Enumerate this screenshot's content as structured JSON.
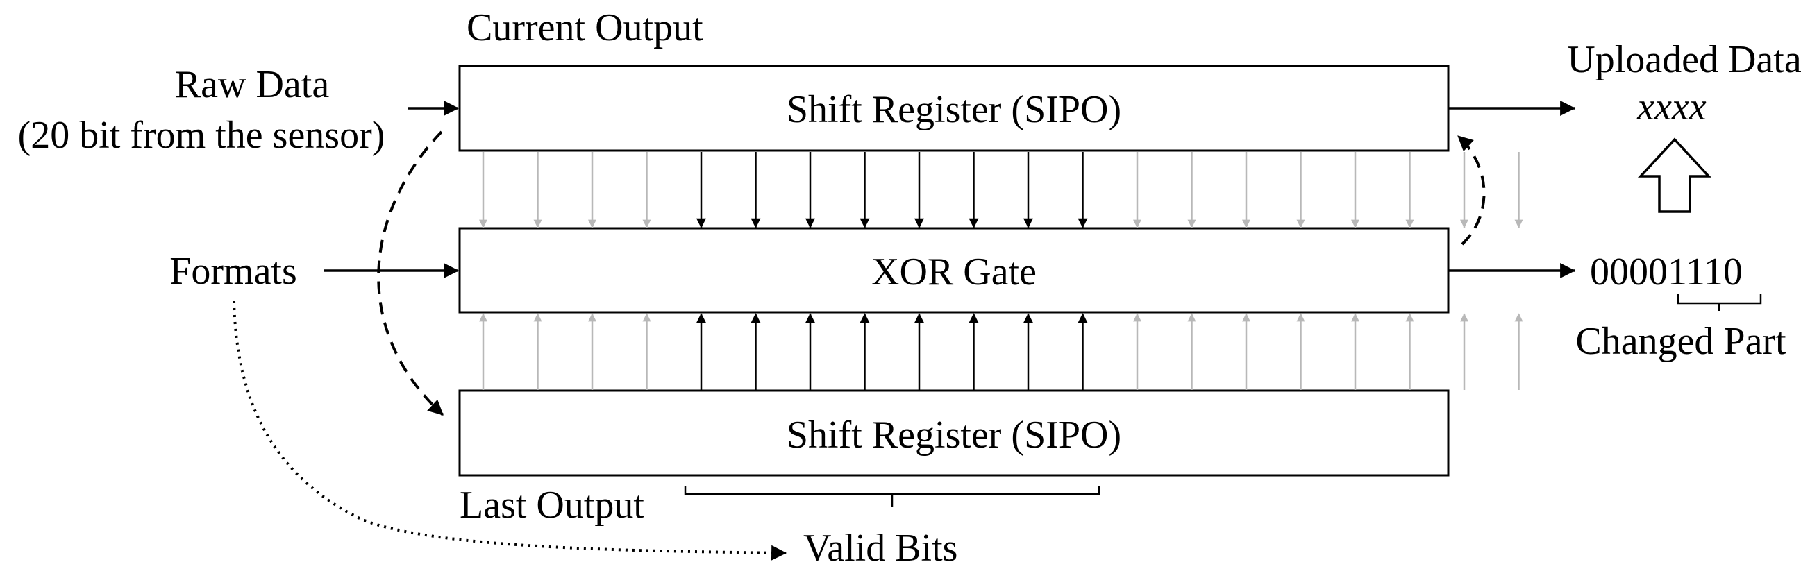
{
  "labels": {
    "current_output": "Current Output",
    "raw_data": "Raw Data",
    "raw_data_note": "(20 bit from the sensor)",
    "formats": "Formats",
    "last_output": "Last Output",
    "valid_bits": "Valid Bits",
    "uploaded_data": "Uploaded Data",
    "uploaded_value": "xxxx",
    "xor_result_prefix": "0000",
    "xor_result_changed": "1110",
    "changed_part": "Changed Part"
  },
  "blocks": {
    "top_register": "Shift Register (SIPO)",
    "xor_gate": "XOR Gate",
    "bottom_register": "Shift Register (SIPO)"
  },
  "colors": {
    "line": "#000000",
    "inactive_bit_line": "#b8b8b8"
  }
}
